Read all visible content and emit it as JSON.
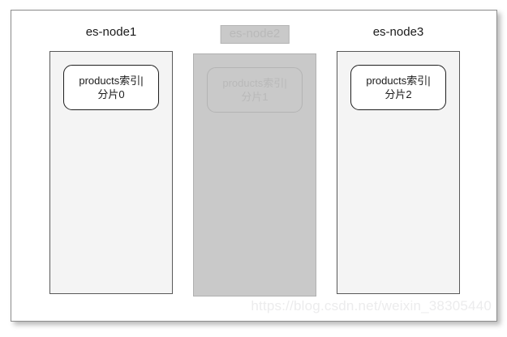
{
  "diagram": {
    "type": "elasticsearch-shard-allocation",
    "nodes": [
      {
        "id": "node-1",
        "label": "es-node1",
        "state": "online",
        "shard": {
          "index_line": "products索引|",
          "shard_line": "分片0"
        }
      },
      {
        "id": "node-2",
        "label": "es-node2",
        "state": "offline",
        "shard": {
          "index_line": "products索引|",
          "shard_line": "分片1"
        }
      },
      {
        "id": "node-3",
        "label": "es-node3",
        "state": "online",
        "shard": {
          "index_line": "products索引|",
          "shard_line": "分片2"
        }
      }
    ]
  },
  "watermark": {
    "text": "https://blog.csdn.net/weixin_38305440"
  },
  "colors": {
    "frame_border": "#8c8c8c",
    "node_fill": "#f4f4f4",
    "node_border": "#595959",
    "offline_fill": "#c9c9c9",
    "offline_border": "#b0b0b0",
    "offline_text": "#b9b9b9",
    "shard_border": "#1f1f1f",
    "shard_fill": "#ffffff",
    "text": "#1a1a1a",
    "watermark": "#ececed"
  }
}
